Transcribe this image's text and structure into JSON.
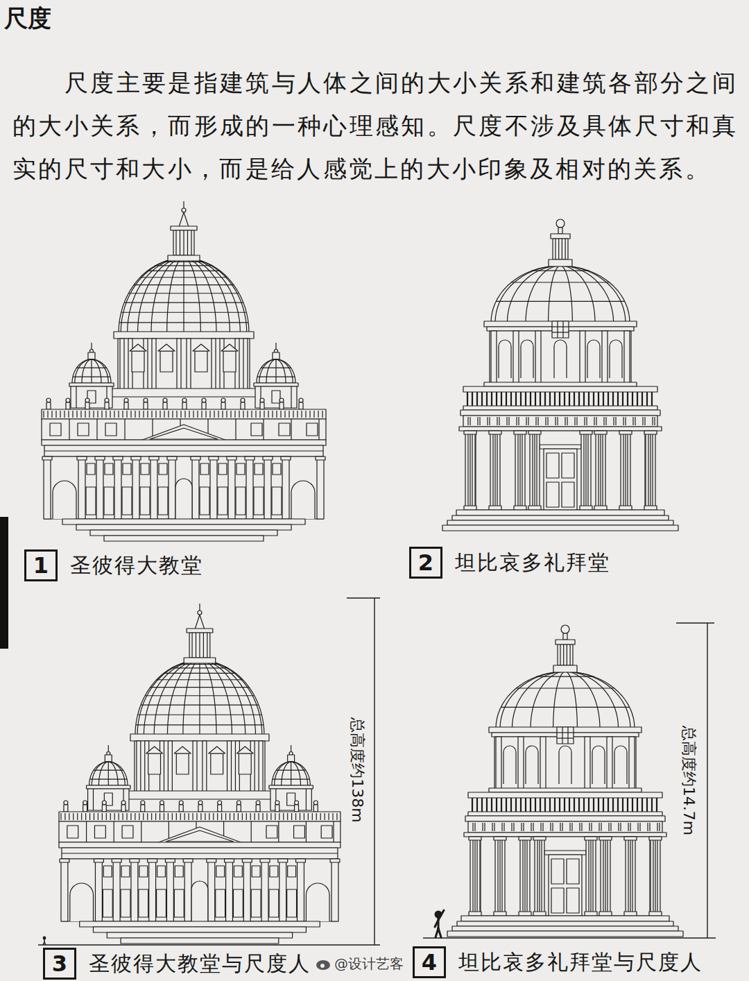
{
  "diagram": {
    "title": "尺度",
    "nodes": [
      {
        "text": [
          "1",
          "圣彼得大教堂"
        ]
      },
      {
        "text": [
          "2",
          "坦比哀多礼拜堂"
        ]
      },
      {
        "text": [
          "3",
          "圣彼得大教堂与尺度人"
        ]
      },
      {
        "text": [
          "4",
          "坦比哀多礼拜堂与尺度人"
        ]
      }
    ],
    "labels": [
      "尺度主要是指建筑与人体之间的大小关系和建筑各部分之间的大小关系，而形成的一种心理感知。尺度不涉及具体尺寸和真实的尺寸和大小，而是给人感觉上的大小印象及相对的关系。",
      "总高度约138m",
      "总高度约14.7m",
      "@设计艺客"
    ]
  }
}
